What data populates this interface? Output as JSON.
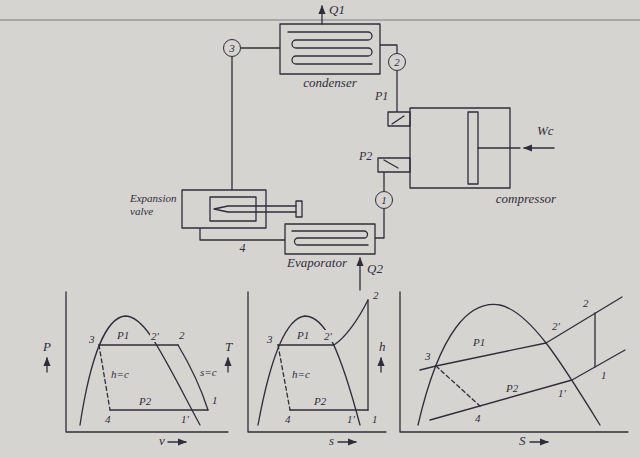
{
  "diagram": {
    "nodes": [
      {
        "text": [
          "condenser"
        ]
      },
      {
        "text": [
          "3"
        ]
      },
      {
        "text": [
          "Expansion valve"
        ]
      },
      {
        "text": [
          "Evaporator"
        ]
      },
      {
        "text": [
          "1"
        ]
      },
      {
        "text": [
          "compressor"
        ]
      },
      {
        "text": [
          "2"
        ]
      }
    ],
    "edges": [
      {
        "from": 0,
        "to": 1,
        "arrow": "none"
      },
      {
        "from": 1,
        "to": 2,
        "arrow": "none"
      },
      {
        "from": 2,
        "to": 3,
        "label": "4",
        "arrow": "none"
      },
      {
        "from": 3,
        "to": 4,
        "arrow": "none"
      },
      {
        "from": 4,
        "to": 5,
        "arrow": "none"
      },
      {
        "from": 5,
        "to": 6,
        "arrow": "none"
      },
      {
        "from": 6,
        "to": 0,
        "arrow": "none"
      }
    ],
    "labels": [
      "Q1",
      "Q2",
      "Wc",
      "P1",
      "P2",
      "P",
      "v",
      "3",
      "P1",
      "2'",
      "2",
      "h=c",
      "s=c",
      "P2",
      "4",
      "1'",
      "1",
      "T",
      "s",
      "3",
      "P1",
      "2'",
      "2",
      "h=c",
      "P2",
      "4",
      "1'",
      "1",
      "h",
      "S",
      "3",
      "2'",
      "2",
      "P1",
      "P2",
      "4",
      "1'",
      "1"
    ]
  }
}
